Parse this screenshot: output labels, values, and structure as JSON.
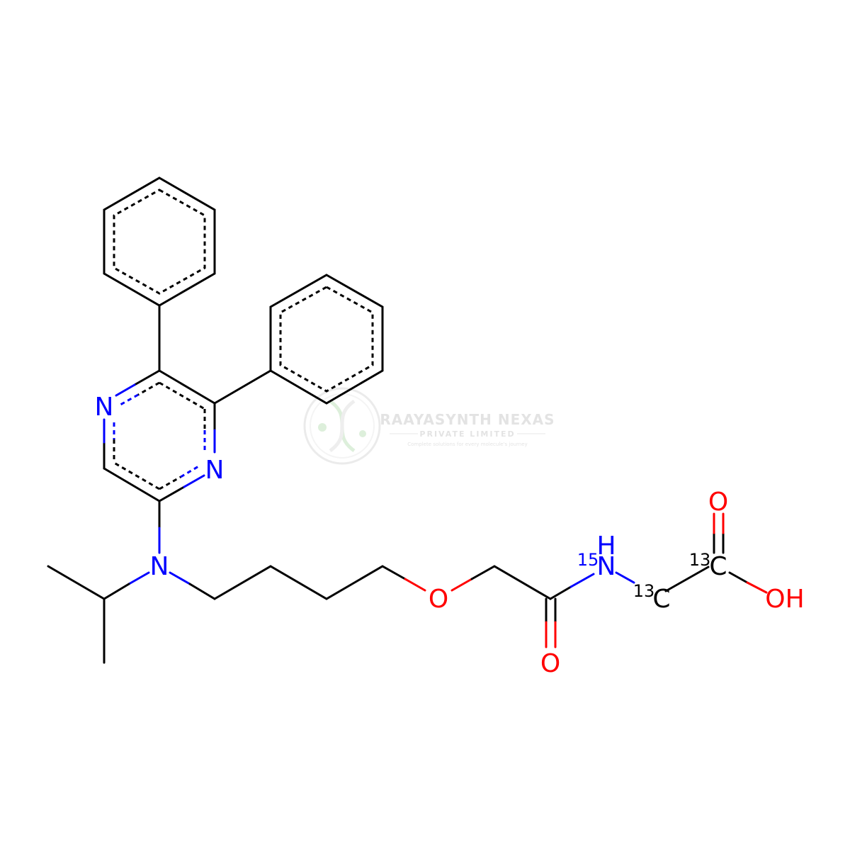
{
  "colors": {
    "bond": "#000000",
    "nitrogen": "#0000ff",
    "oxygen": "#ff0000",
    "carbon": "#000000",
    "watermark": "#cccccc"
  },
  "atoms": {
    "pyrazine_n1": "N",
    "pyrazine_n2": "N",
    "amine_n": "N",
    "ether_o": "O",
    "amide_o": "O",
    "amide_nh": {
      "isotope": "15",
      "element": "N",
      "hydrogen": "H"
    },
    "alpha_c": {
      "isotope": "13",
      "element": "C"
    },
    "carboxyl_c": {
      "isotope": "13",
      "element": "C"
    },
    "carbonyl_o": "O",
    "hydroxyl": "OH"
  },
  "watermark": {
    "title": "RAAYASYNTH NEXAS",
    "subtitle": "PRIVATE LIMITED",
    "tagline": "Complete solutions for every molecule's journey",
    "logo_icon": "dna-helix-icon"
  }
}
